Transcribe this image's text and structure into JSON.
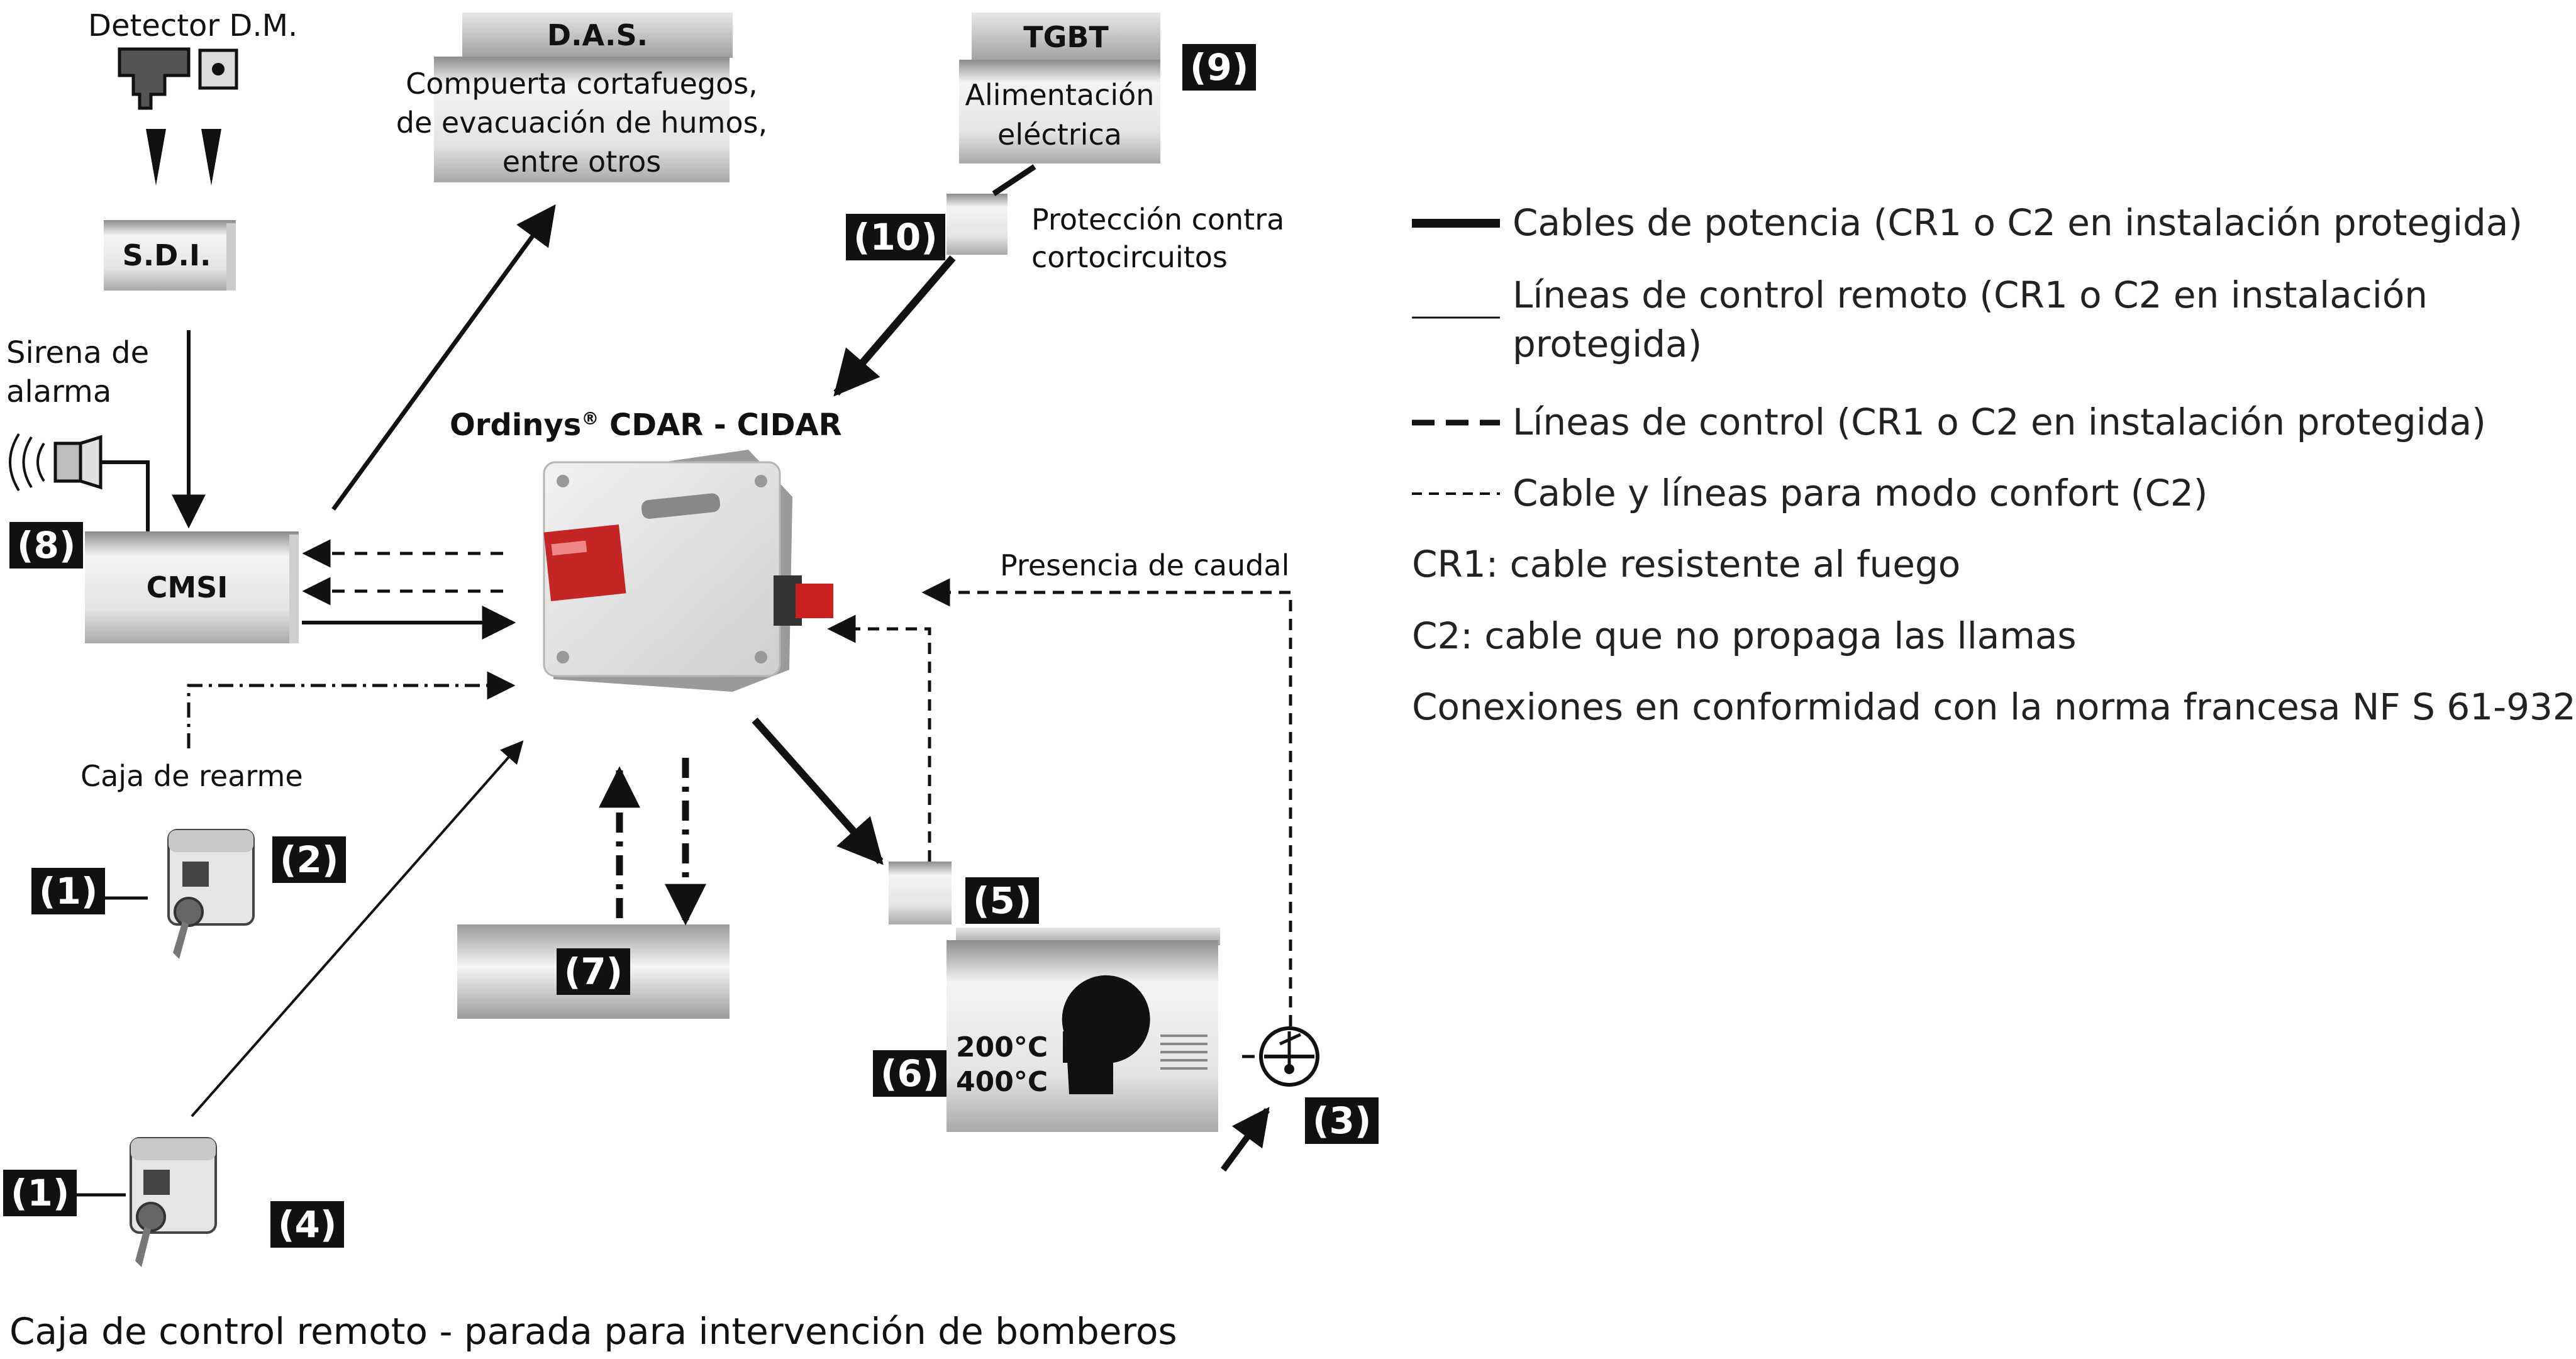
{
  "detector": {
    "label": "Detector D.M."
  },
  "sdi": {
    "label": "S.D.I."
  },
  "das": {
    "title": "D.A.S.",
    "desc_lines": [
      "Compuerta cortafuegos,",
      "de evacuación de humos,",
      "entre otros"
    ]
  },
  "tgbt": {
    "title": "TGBT",
    "desc_lines": [
      "Alimentación",
      "eléctrica"
    ]
  },
  "siren": {
    "label_lines": [
      "Sirena de",
      "alarma"
    ]
  },
  "cmsi": {
    "label": "CMSI"
  },
  "product": {
    "name": "Ordinys",
    "reg": "®",
    "model": " CDAR - CIDAR"
  },
  "protection": {
    "label_lines": [
      "Protección contra",
      "cortocircuitos"
    ]
  },
  "flow_presence": {
    "label": "Presencia de caudal"
  },
  "reset_box": {
    "label": "Caja de rearme"
  },
  "fan": {
    "temp1": "200°C",
    "temp2": "400°C"
  },
  "numbers": {
    "n1a": "(1)",
    "n1b": "(1)",
    "n2": "(2)",
    "n3": "(3)",
    "n4": "(4)",
    "n5": "(5)",
    "n6": "(6)",
    "n7": "(7)",
    "n8": "(8)",
    "n9": "(9)",
    "n10": "(10)"
  },
  "legend": {
    "power_cables": "Cables de potencia (CR1 o C2 en instalación protegida)",
    "remote_lines_1": "Líneas de control remoto (CR1 o C2 en instalación",
    "remote_lines_2": "protegida)",
    "control_lines": "Líneas de control (CR1 o C2 en instalación protegida)",
    "comfort": "Cable y líneas para modo confort (C2)",
    "cr1": "CR1: cable resistente al fuego",
    "c2": "C2: cable que no propaga las llamas",
    "norm": "Conexiones en conformidad con la norma francesa NF S 61-932"
  },
  "footer": {
    "caption": "Caja de control remoto - parada para intervención de bomberos"
  }
}
